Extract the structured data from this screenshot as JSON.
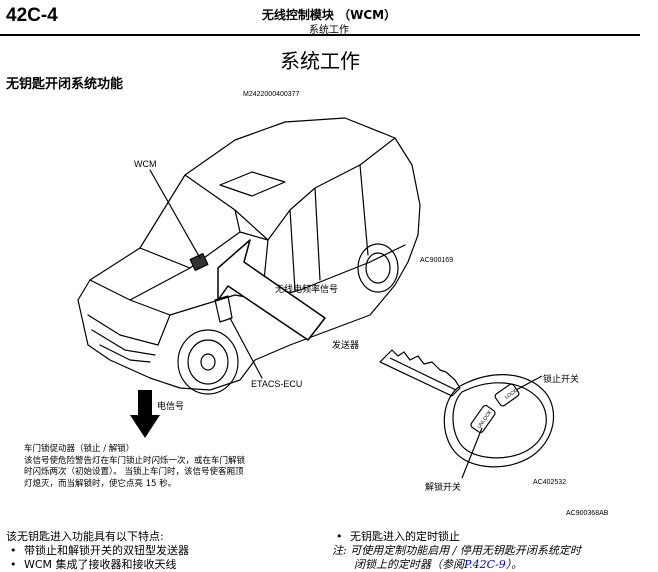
{
  "header": {
    "page_number": "42C-4",
    "title": "无线控制模块 （WCM）",
    "subtitle": "系统工作"
  },
  "section_title": "系统工作",
  "subsection_title": "无钥匙开闭系统功能",
  "figure": {
    "code_top": "M2422000400377",
    "code_car": "AC900169",
    "code_key": "AC402532",
    "code_overall": "AC900368AB",
    "labels": {
      "wcm": "WCM",
      "rf_signal": "无线电频率信号",
      "transmitter": "发送器",
      "etacs_ecu": "ETACS-ECU",
      "electric_signal": "电信号",
      "lock_switch": "锁止开关",
      "unlock_switch": "解锁开关",
      "key_lock_text": "LOCK",
      "key_unlock_text": "UNLOCK"
    },
    "note_lines": [
      "车门锁促动器（锁止 / 解锁）",
      "该信号使危险警告灯在车门锁止时闪烁一次，或在车门解锁",
      "时闪烁两次（初始设置）。 当锁上车门时，该信号使客厢顶",
      "灯熄灭，而当解锁时，使它点亮 15 秒。"
    ]
  },
  "body": {
    "intro": "该无钥匙进入功能具有以下特点:",
    "bullets_left": [
      "带锁止和解锁开关的双钮型发送器",
      "WCM 集成了接收器和接收天线"
    ],
    "bullet_right": "无钥匙进入的定时锁止",
    "note_prefix": "注:",
    "note_text": "可使用定制功能启用 / 停用无钥匙开闭系统定时",
    "note_line2": "闭锁上的定时器（参阅",
    "note_link": "P.42C-9",
    "note_suffix": "）。"
  }
}
